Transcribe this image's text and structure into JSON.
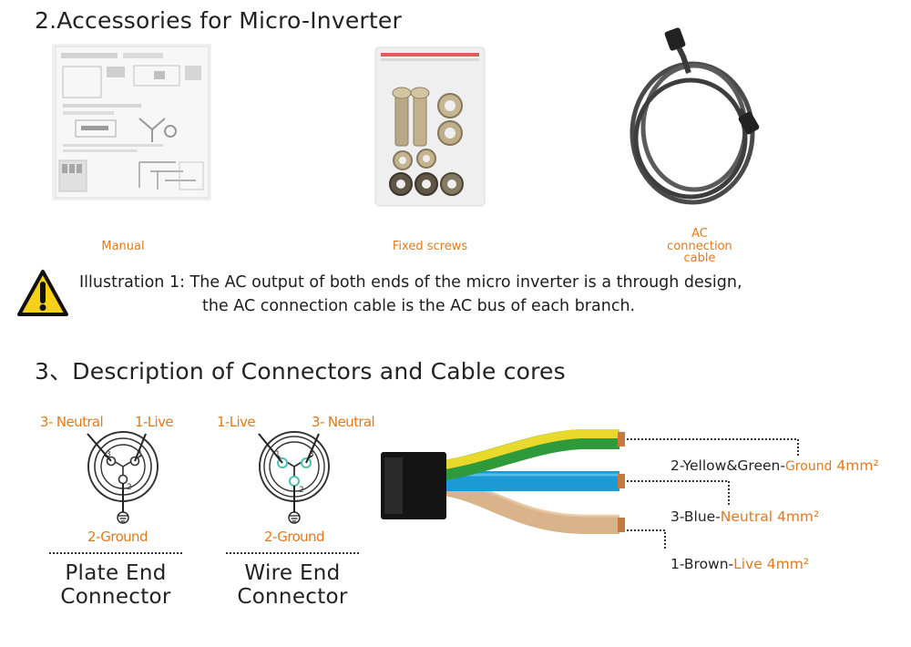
{
  "section2": {
    "title": "2.Accessories for Micro-Inverter"
  },
  "accessories": [
    {
      "caption": "Manual"
    },
    {
      "caption": "Fixed screws"
    },
    {
      "caption_lines": [
        "AC",
        "connection",
        "cable"
      ]
    }
  ],
  "illustration": {
    "line1": "Illustration 1: The AC output of both ends of the micro inverter is a through design,",
    "line2": "the AC connection cable is the AC bus of each branch."
  },
  "section3": {
    "title": "3、Description of Connectors and Cable cores"
  },
  "connectors": {
    "plate": {
      "left_label": "3- Neutral",
      "right_label": "1-Live",
      "bottom_label": "2-Ground",
      "title_line1": "Plate End",
      "title_line2": "Connector",
      "pin_left": "3",
      "pin_right": "1",
      "pin_bottom": "2"
    },
    "wire": {
      "left_label": "1-Live",
      "right_label": "3- Neutral",
      "bottom_label": "2-Ground",
      "title_line1": "Wire End",
      "title_line2": "Connector",
      "pin_left": "1",
      "pin_right": "3",
      "pin_bottom": "2"
    }
  },
  "cable_cores": [
    {
      "prefix": "2-Yellow&Green-",
      "name": "Ground",
      "size": "4mm²"
    },
    {
      "prefix": "3-Blue-",
      "name": "Neutral",
      "size": "4mm²"
    },
    {
      "prefix": "1-Brown-",
      "name": "Live",
      "size": "4mm²"
    }
  ],
  "colors": {
    "accent": "#e07a1f",
    "warning_yellow": "#f7d117",
    "wire_yellow": "#e9d92b",
    "wire_green": "#2f9a3c",
    "wire_blue": "#1b9ad6",
    "wire_brown": "#d9b48a",
    "jacket": "#141414"
  }
}
